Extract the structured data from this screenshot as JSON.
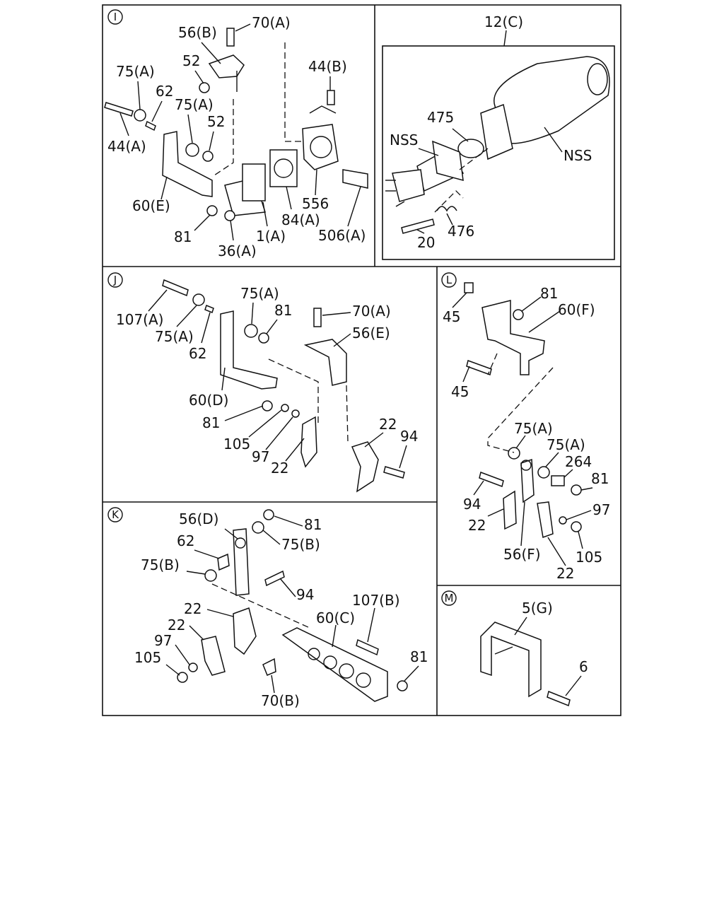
{
  "sections": {
    "I": {
      "marker": "I",
      "labels": [
        "56(B)",
        "70(A)",
        "52",
        "75(A)",
        "62",
        "75(A)",
        "52",
        "44(A)",
        "60(E)",
        "81",
        "36(A)",
        "1(A)",
        "84(A)",
        "556",
        "506(A)",
        "44(B)"
      ]
    },
    "II": {
      "labels": [
        "12(C)",
        "475",
        "NSS",
        "NSS",
        "20",
        "476"
      ]
    },
    "J": {
      "marker": "J",
      "labels": [
        "107(A)",
        "75(A)",
        "62",
        "75(A)",
        "81",
        "70(A)",
        "56(E)",
        "60(D)",
        "81",
        "105",
        "97",
        "22",
        "22",
        "94"
      ]
    },
    "L": {
      "marker": "L",
      "labels": [
        "45",
        "81",
        "60(F)",
        "45",
        "75(A)",
        "75(A)",
        "264",
        "81",
        "94",
        "22",
        "97",
        "56(F)",
        "105",
        "22"
      ]
    },
    "K": {
      "marker": "K",
      "labels": [
        "56(D)",
        "81",
        "62",
        "75(B)",
        "75(B)",
        "94",
        "22",
        "22",
        "97",
        "105",
        "60(C)",
        "107(B)",
        "81",
        "70(B)"
      ]
    },
    "M": {
      "marker": "M",
      "labels": [
        "5(G)",
        "6"
      ]
    }
  }
}
